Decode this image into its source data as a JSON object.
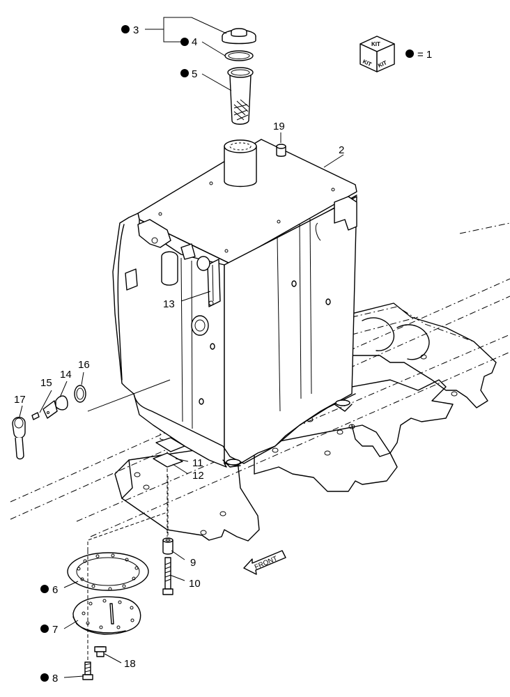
{
  "callouts": [
    {
      "id": "c2",
      "label": "2",
      "kit": false
    },
    {
      "id": "c3",
      "label": "3",
      "kit": true
    },
    {
      "id": "c4",
      "label": "4",
      "kit": true
    },
    {
      "id": "c5",
      "label": "5",
      "kit": true
    },
    {
      "id": "c6",
      "label": "6",
      "kit": true
    },
    {
      "id": "c7",
      "label": "7",
      "kit": true
    },
    {
      "id": "c8",
      "label": "8",
      "kit": true
    },
    {
      "id": "c9",
      "label": "9",
      "kit": false
    },
    {
      "id": "c10",
      "label": "10",
      "kit": false
    },
    {
      "id": "c11",
      "label": "11",
      "kit": false
    },
    {
      "id": "c12",
      "label": "12",
      "kit": false
    },
    {
      "id": "c13",
      "label": "13",
      "kit": false
    },
    {
      "id": "c14",
      "label": "14",
      "kit": false
    },
    {
      "id": "c15",
      "label": "15",
      "kit": false
    },
    {
      "id": "c16",
      "label": "16",
      "kit": false
    },
    {
      "id": "c17",
      "label": "17",
      "kit": false
    },
    {
      "id": "c18",
      "label": "18",
      "kit": false
    },
    {
      "id": "c19",
      "label": "19",
      "kit": false
    }
  ],
  "legend": {
    "kit_face_top": "KIT",
    "kit_face_left": "KIT",
    "kit_face_right": "KIT",
    "kit_text": "= 1"
  },
  "direction": {
    "label": "FRONT"
  },
  "colors": {
    "line": "#000000",
    "background": "#ffffff"
  },
  "icons": {
    "kit_marker": "filled-circle",
    "kit_box": "kit-cube-icon",
    "front_arrow": "front-arrow-icon"
  }
}
